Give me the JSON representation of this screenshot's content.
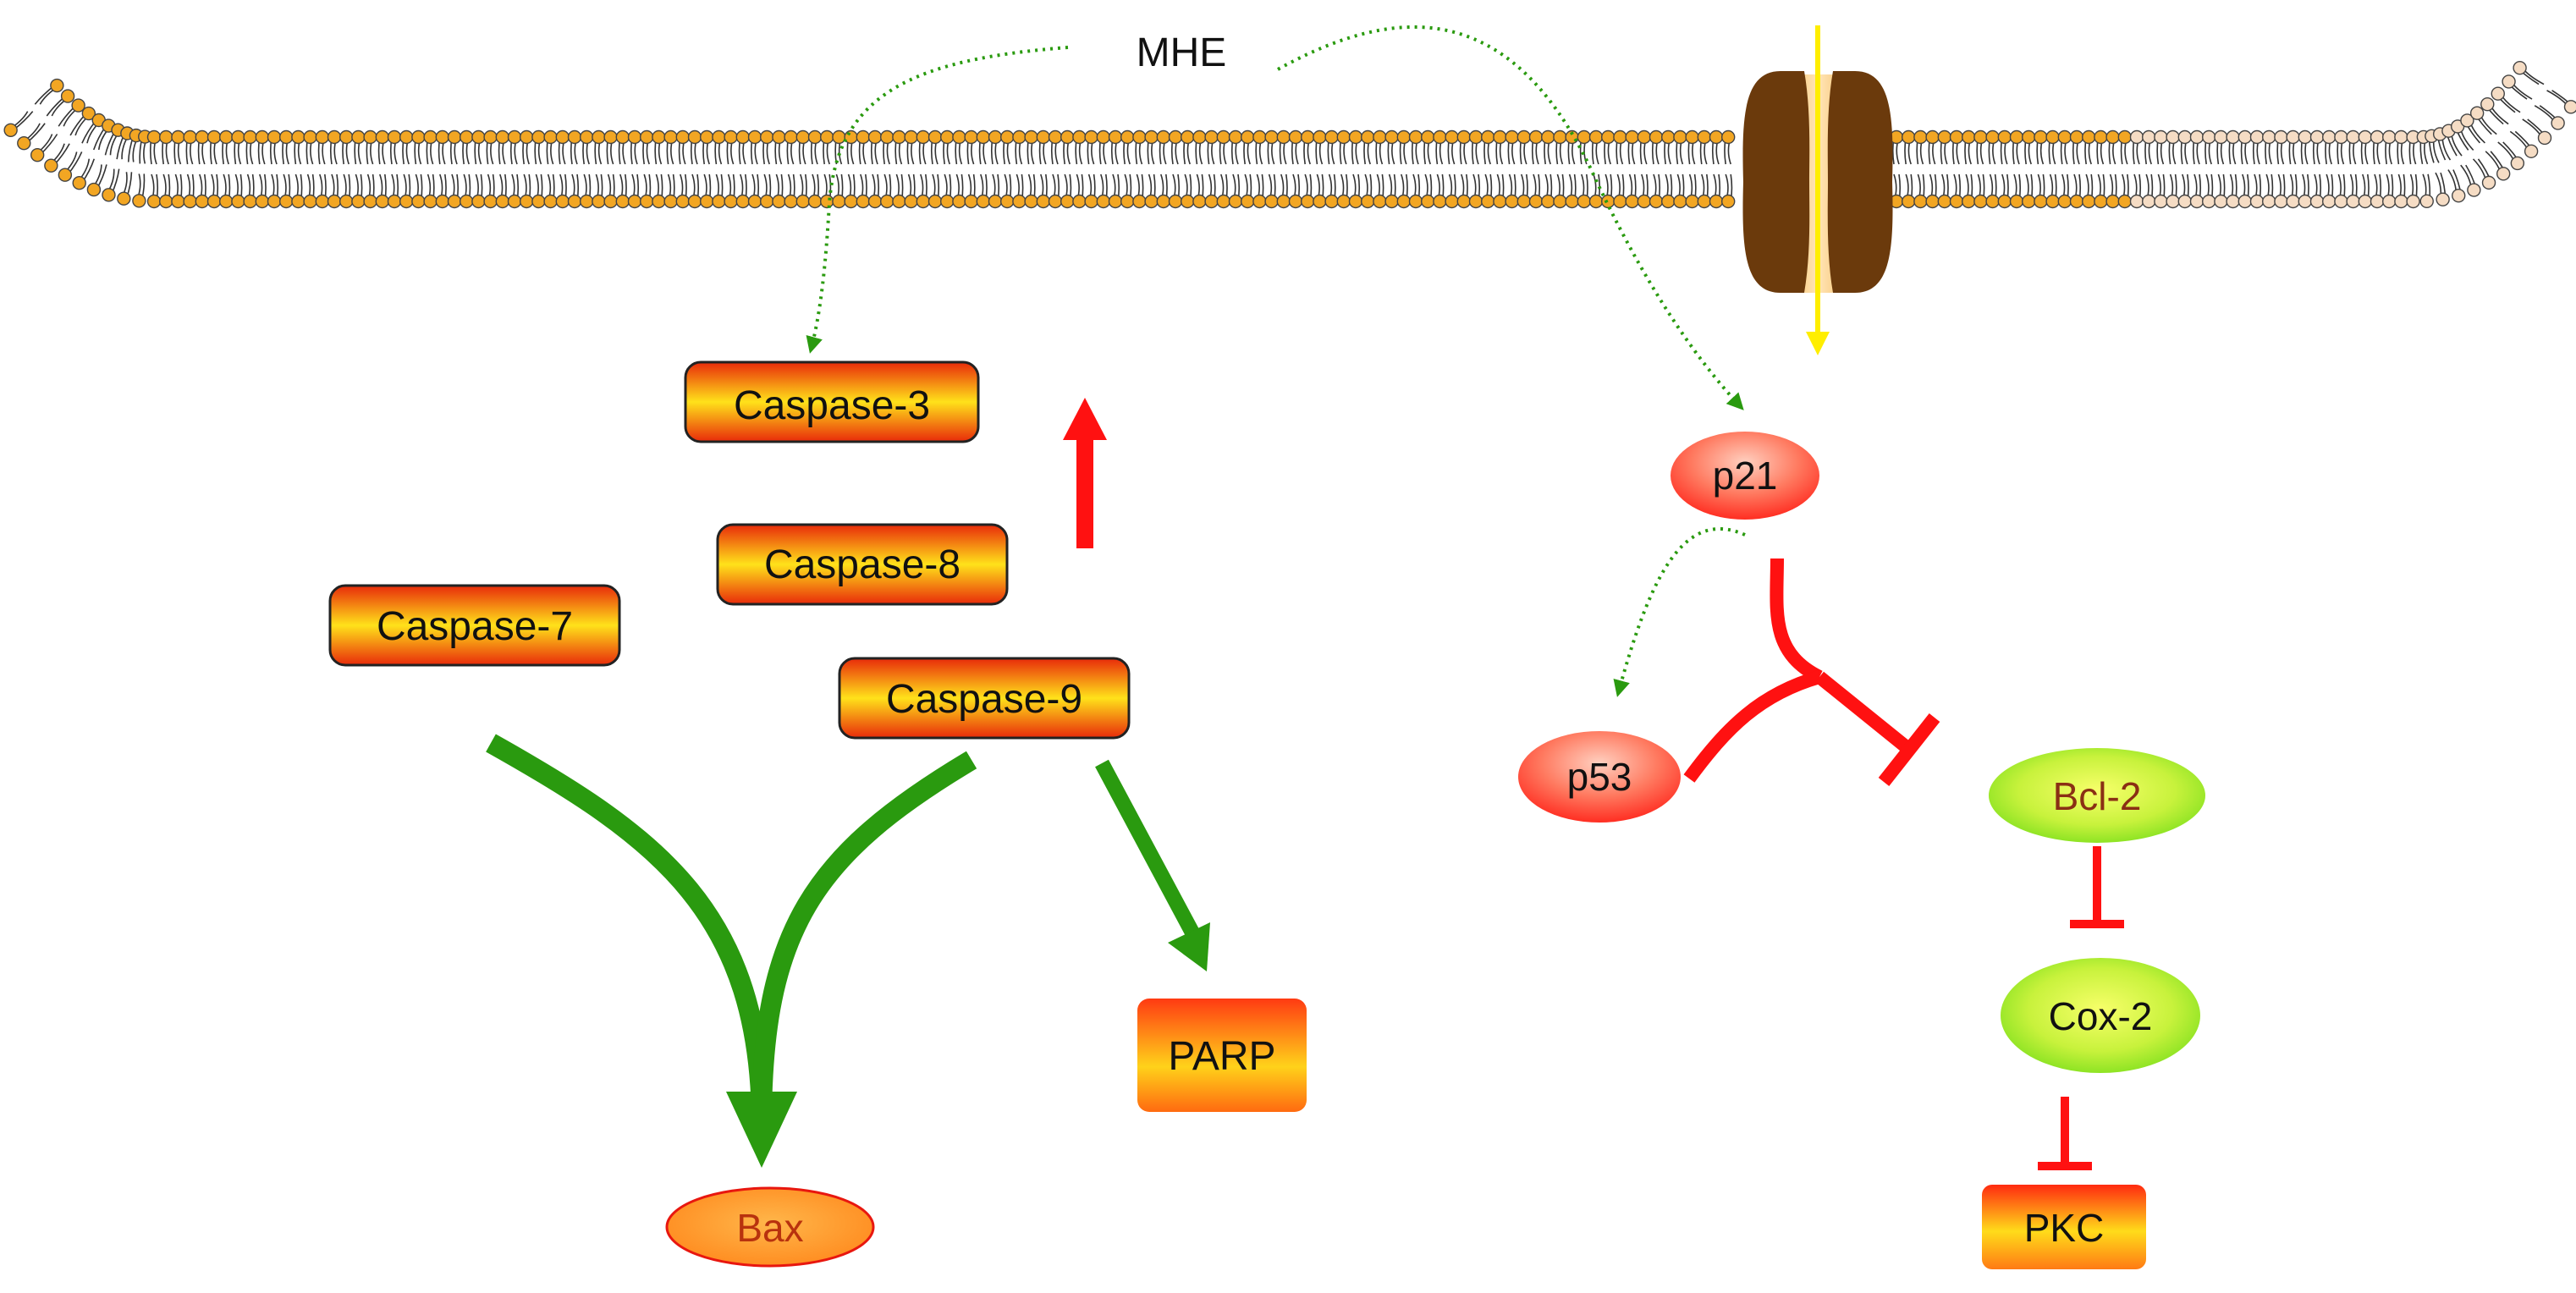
{
  "stimulus": {
    "label": "MHE"
  },
  "caspases": {
    "casp3": "Caspase-3",
    "casp8": "Caspase-8",
    "casp7": "Caspase-7",
    "casp9": "Caspase-9"
  },
  "targets": {
    "parp": "PARP",
    "bax": "Bax"
  },
  "pathway": {
    "p21": "p21",
    "p53": "p53",
    "bcl2": "Bcl-2",
    "cox2": "Cox-2",
    "pkc": "PKC"
  },
  "colors": {
    "activation": "#2a9a0f",
    "inhibition": "#ff1111",
    "stimulus_arrow": "#2a9a0f",
    "channel": "#6b3a0c",
    "channel_flux": "#ffee00",
    "lipid_head_left": "#f2a623",
    "lipid_head_right": "#f5dcc4"
  }
}
